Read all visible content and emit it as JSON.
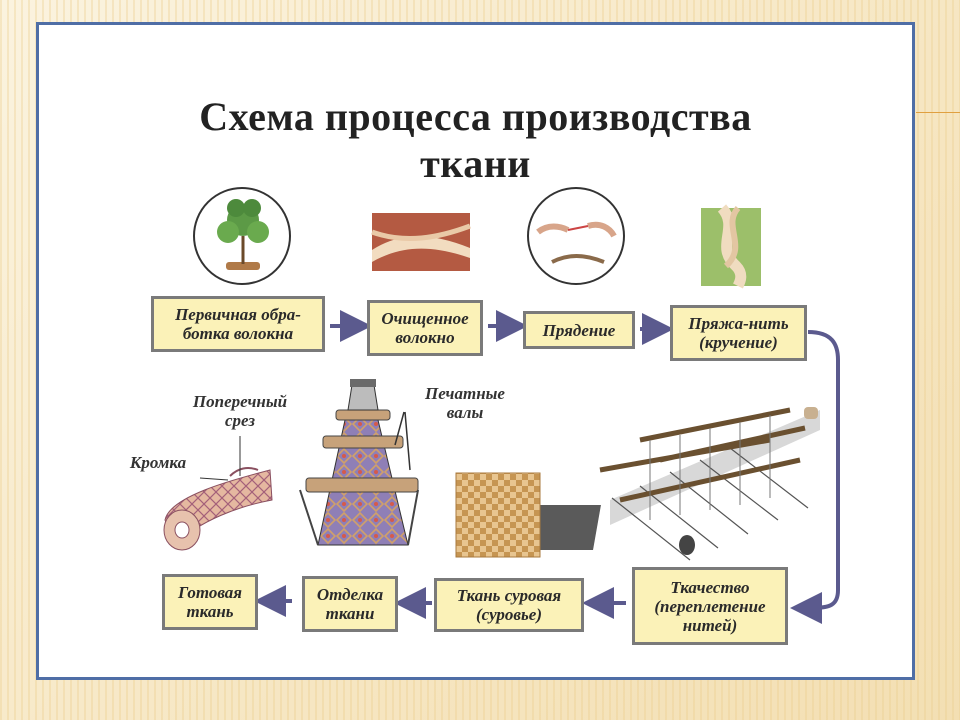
{
  "title": {
    "line1": "Схема процесса производства",
    "line2": "ткани"
  },
  "steps": {
    "primary": "Первичная обра-\nботка волокна",
    "cleaned": "Очищенное\nволокно",
    "spinning": "Прядение",
    "yarn": "Пряжа-нить\n(кручение)",
    "weaving": "Ткачество\n(переплетение\nнитей)",
    "raw_fabric": "Ткань суровая\n(суровье)",
    "finishing": "Отделка\nткани",
    "ready": "Готовая\nткань"
  },
  "labels": {
    "cross_section": "Поперечный\nсрез",
    "edge": "Кромка",
    "print_rollers": "Печатные\nвалы"
  },
  "colors": {
    "box_fill": "#fbf2b8",
    "box_border": "#7a7a7a",
    "arrow": "#5b5a8e",
    "frame": "#4f6ea6"
  }
}
